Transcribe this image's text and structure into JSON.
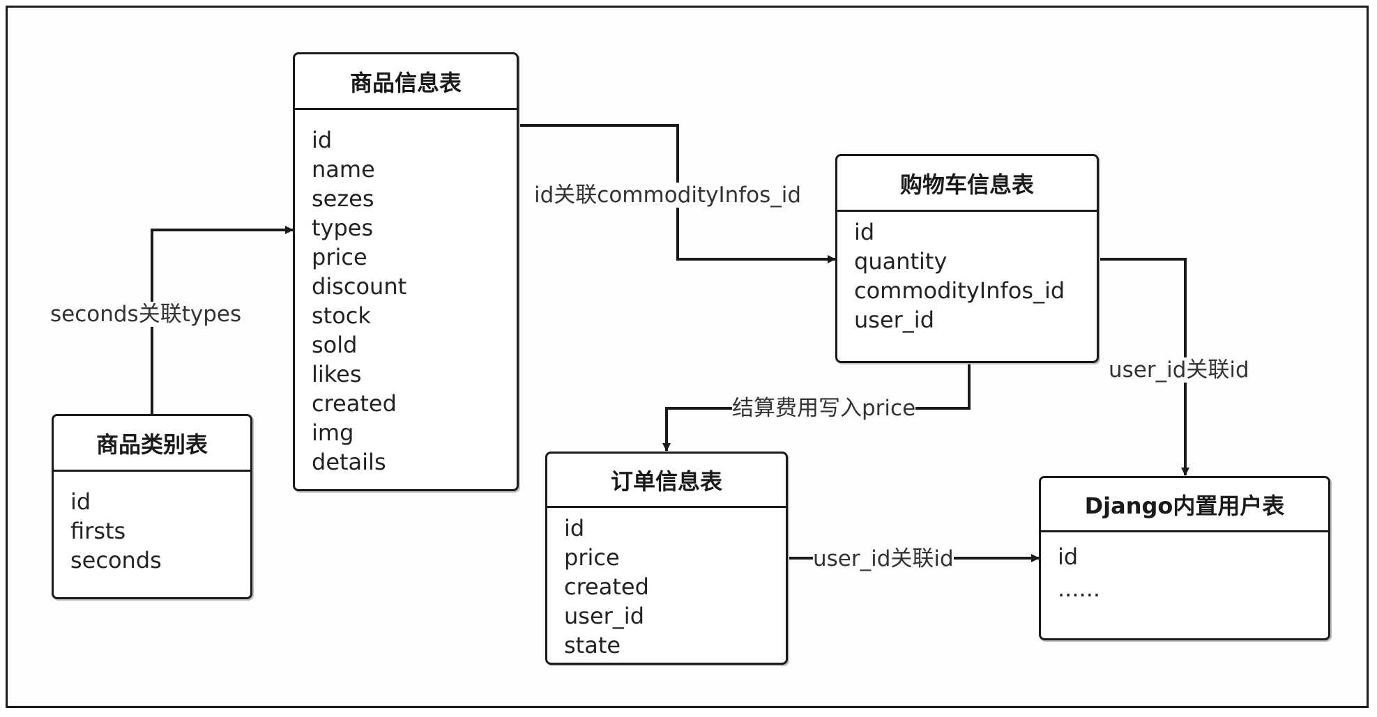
{
  "tables": {
    "commodity": {
      "title": "商品信息表",
      "fields": [
        "id",
        "name",
        "sezes",
        "types",
        "price",
        "discount",
        "stock",
        "sold",
        "likes",
        "created",
        "img",
        "details"
      ]
    },
    "category": {
      "title": "商品类别表",
      "fields": [
        "id",
        "firsts",
        "seconds"
      ]
    },
    "cart": {
      "title": "购物车信息表",
      "fields": [
        "id",
        "quantity",
        "commodityInfos_id",
        "user_id"
      ]
    },
    "order": {
      "title": "订单信息表",
      "fields": [
        "id",
        "price",
        "created",
        "user_id",
        "state"
      ]
    },
    "user": {
      "title": "Django内置用户表",
      "fields": [
        "id",
        "......"
      ]
    }
  },
  "relations": {
    "category_to_commodity": "seconds关联types",
    "commodity_to_cart": "id关联commodityInfos_id",
    "cart_to_order": "结算费用写入price",
    "cart_to_user": "user_id关联id",
    "order_to_user": "user_id关联id"
  }
}
